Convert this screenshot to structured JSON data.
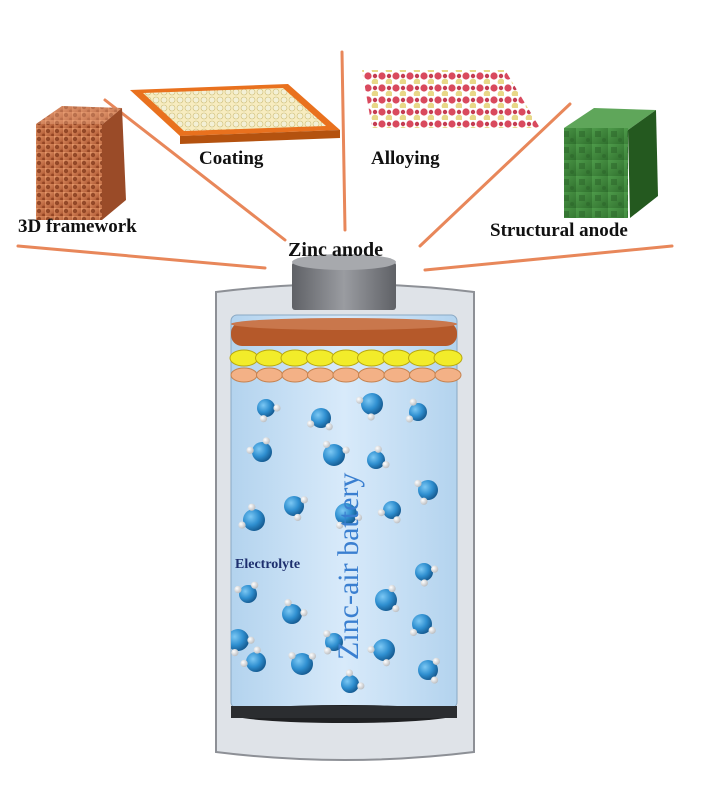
{
  "labels": {
    "zinc_anode": "Zinc anode",
    "framework": "3D framework",
    "coating": "Coating",
    "alloying": "Alloying",
    "structural": "Structural anode",
    "electrolyte": "Electrolyte",
    "battery": "Zinc-air battery"
  },
  "colors": {
    "connector": "#e8875a",
    "foam": "#c86a40",
    "cube": "#3f8a3c",
    "liquid": "#c8e0f4",
    "water_o": "#2f8fd0",
    "water_h": "#e8e8e8",
    "cap": "#7d7f84",
    "anode_disc": "#b5592a",
    "yellow_layer": "#f2ec2a",
    "peach_layer": "#f3b186",
    "bottom_disc": "#2b2d30"
  }
}
